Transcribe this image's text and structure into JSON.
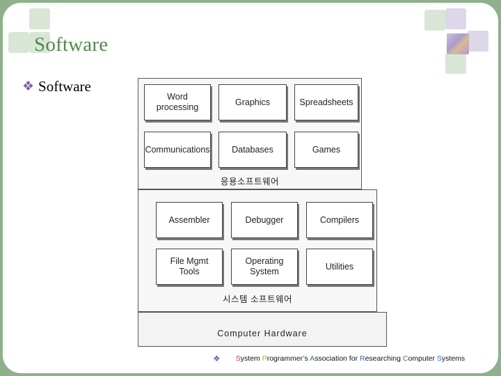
{
  "slide": {
    "title": "Software",
    "bullet": "Software",
    "bullet_icon": "diamond-bullet-icon",
    "accent_color": "#4f8a4c",
    "bullet_color": "#7c63a6",
    "frame_color": "#8eb08a"
  },
  "diagram": {
    "application_layer": {
      "label": "응용소프트웨어",
      "items": [
        "Word\nprocessing",
        "Graphics",
        "Spreadsheets",
        "Communications",
        "Databases",
        "Games"
      ]
    },
    "system_layer": {
      "label": "시스템 소프트웨어",
      "items": [
        "Assembler",
        "Debugger",
        "Compilers",
        "File Mgmt\nTools",
        "Operating\nSystem",
        "Utilities"
      ]
    },
    "hardware_layer": {
      "label": "Computer Hardware"
    }
  },
  "footer": {
    "segments": [
      {
        "cap": "S",
        "rest": "ystem "
      },
      {
        "cap": "P",
        "rest": "rogrammer’s "
      },
      {
        "cap": "A",
        "rest": "ssociation for "
      },
      {
        "cap": "R",
        "rest": "esearching "
      },
      {
        "cap": "C",
        "rest": "omputer "
      },
      {
        "cap": "S",
        "rest": "ystems"
      }
    ],
    "cap_colors": [
      "#c0392b",
      "#c7a320",
      "#2f8a3a",
      "#3a62b0",
      "#7a4da0",
      "#2c6fb6"
    ]
  }
}
